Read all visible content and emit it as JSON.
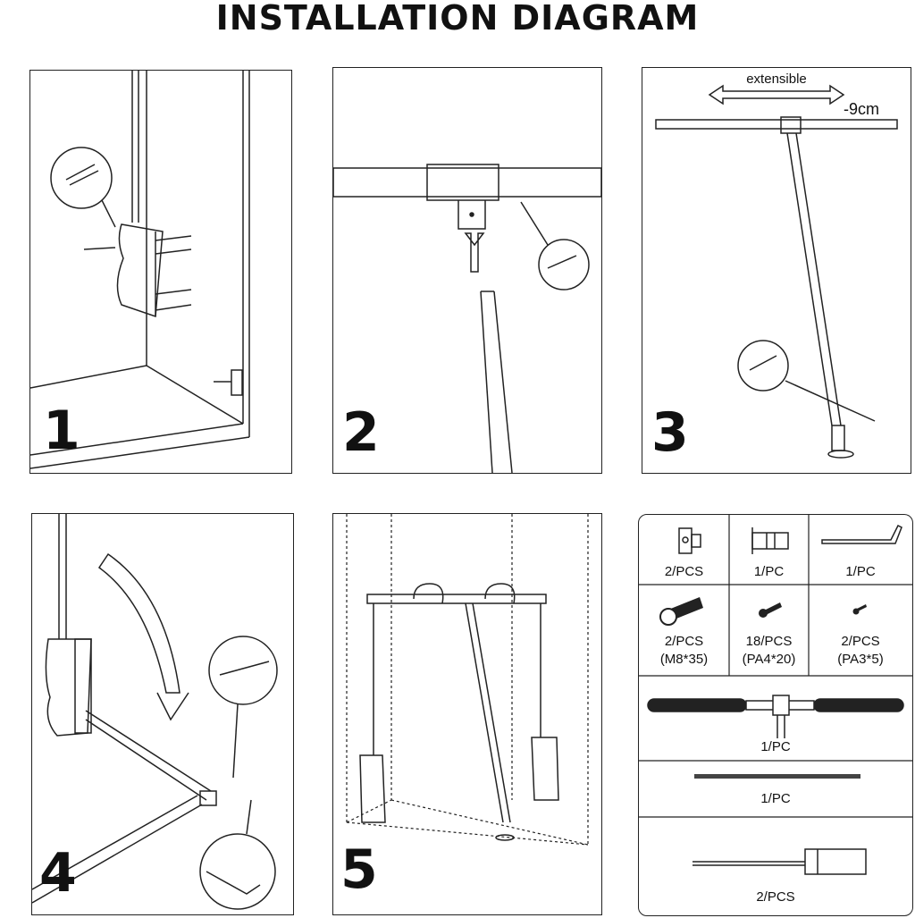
{
  "title": "INSTALLATION DIAGRAM",
  "steps": [
    {
      "number": "1"
    },
    {
      "number": "2"
    },
    {
      "number": "3",
      "extensible_label": "extensible",
      "extension_label": "-9cm"
    },
    {
      "number": "4"
    },
    {
      "number": "5"
    }
  ],
  "parts": [
    {
      "icon": "bracket-icon",
      "qty": "2/PCS",
      "spec": ""
    },
    {
      "icon": "connector-icon",
      "qty": "1/PC",
      "spec": ""
    },
    {
      "icon": "hex-key-icon",
      "qty": "1/PC",
      "spec": ""
    },
    {
      "icon": "bolt-icon",
      "qty": "2/PCS",
      "spec": "(M8*35)"
    },
    {
      "icon": "screw-icon",
      "qty": "18/PCS",
      "spec": "(PA4*20)"
    },
    {
      "icon": "small-screw-icon",
      "qty": "2/PCS",
      "spec": "(PA3*5)"
    },
    {
      "icon": "hanging-rail-icon",
      "qty": "1/PC",
      "spec": ""
    },
    {
      "icon": "rod-icon",
      "qty": "1/PC",
      "spec": ""
    },
    {
      "icon": "hook-pole-icon",
      "qty": "2/PCS",
      "spec": ""
    }
  ]
}
